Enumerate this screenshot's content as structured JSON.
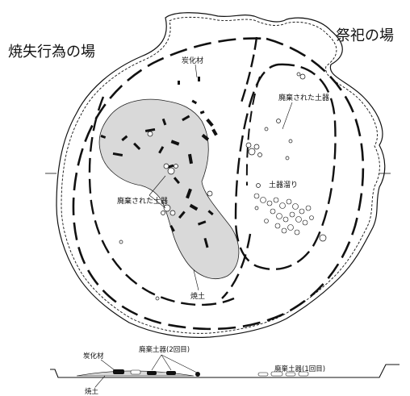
{
  "titles": {
    "burning_area": "焼失行為の場",
    "ritual_area": "祭祀の場"
  },
  "plan_labels": {
    "charcoal": "炭化材",
    "discarded_pottery_left": "廃棄された土器",
    "discarded_pottery_right": "廃棄された土器",
    "pottery_pool": "土器溜り",
    "burnt_soil": "焼土"
  },
  "section_labels": {
    "charcoal": "炭化材",
    "discarded_pottery_2": "廃棄土器(2回目)",
    "discarded_pottery_1": "廃棄土器(1回目)",
    "burnt_soil": "焼土"
  },
  "colors": {
    "ink": "#111111",
    "burnt_area_fill": "#d9d9d9",
    "background": "#ffffff"
  }
}
